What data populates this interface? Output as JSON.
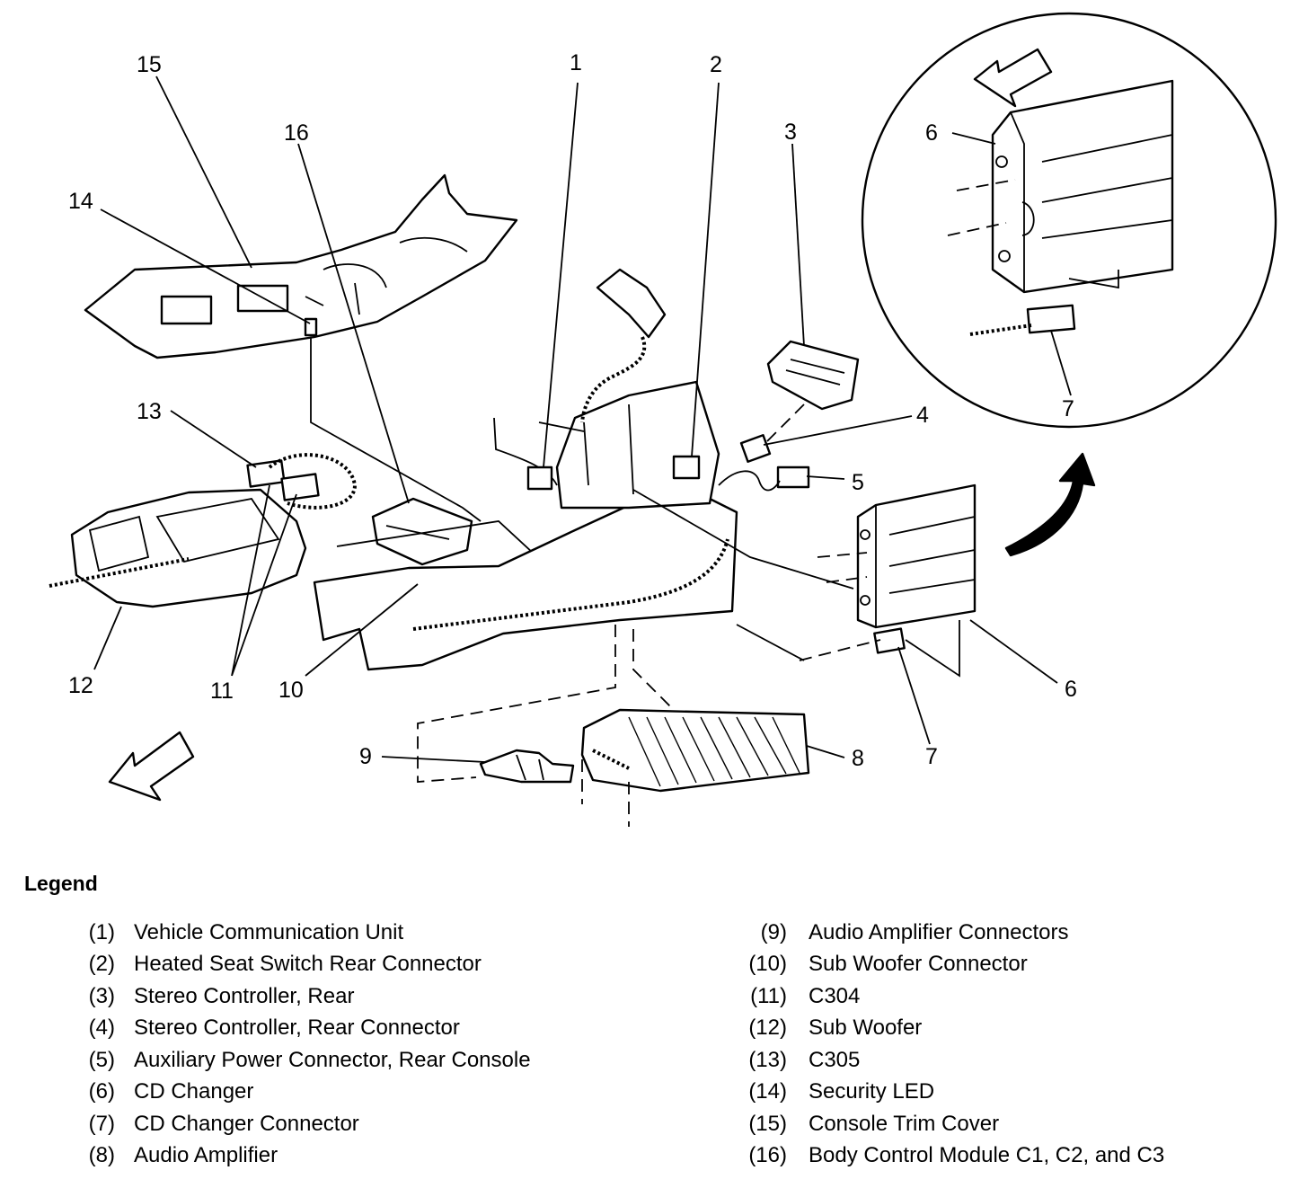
{
  "callouts": [
    "1",
    "2",
    "3",
    "4",
    "5",
    "6",
    "7",
    "8",
    "9",
    "10",
    "11",
    "12",
    "13",
    "14",
    "15",
    "16",
    "6",
    "7"
  ],
  "legend": {
    "title": "Legend",
    "items": [
      {
        "num": "(1)",
        "label": "Vehicle Communication Unit"
      },
      {
        "num": "(2)",
        "label": "Heated Seat Switch Rear Connector"
      },
      {
        "num": "(3)",
        "label": "Stereo Controller, Rear"
      },
      {
        "num": "(4)",
        "label": "Stereo Controller, Rear Connector"
      },
      {
        "num": "(5)",
        "label": "Auxiliary Power Connector, Rear Console"
      },
      {
        "num": "(6)",
        "label": "CD Changer"
      },
      {
        "num": "(7)",
        "label": "CD Changer Connector"
      },
      {
        "num": "(8)",
        "label": "Audio Amplifier"
      },
      {
        "num": "(9)",
        "label": "Audio Amplifier Connectors"
      },
      {
        "num": "(10)",
        "label": "Sub Woofer Connector"
      },
      {
        "num": "(11)",
        "label": "C304"
      },
      {
        "num": "(12)",
        "label": "Sub Woofer"
      },
      {
        "num": "(13)",
        "label": "C305"
      },
      {
        "num": "(14)",
        "label": "Security LED"
      },
      {
        "num": "(15)",
        "label": "Console Trim Cover"
      },
      {
        "num": "(16)",
        "label": "Body Control Module C1, C2, and C3"
      }
    ]
  }
}
